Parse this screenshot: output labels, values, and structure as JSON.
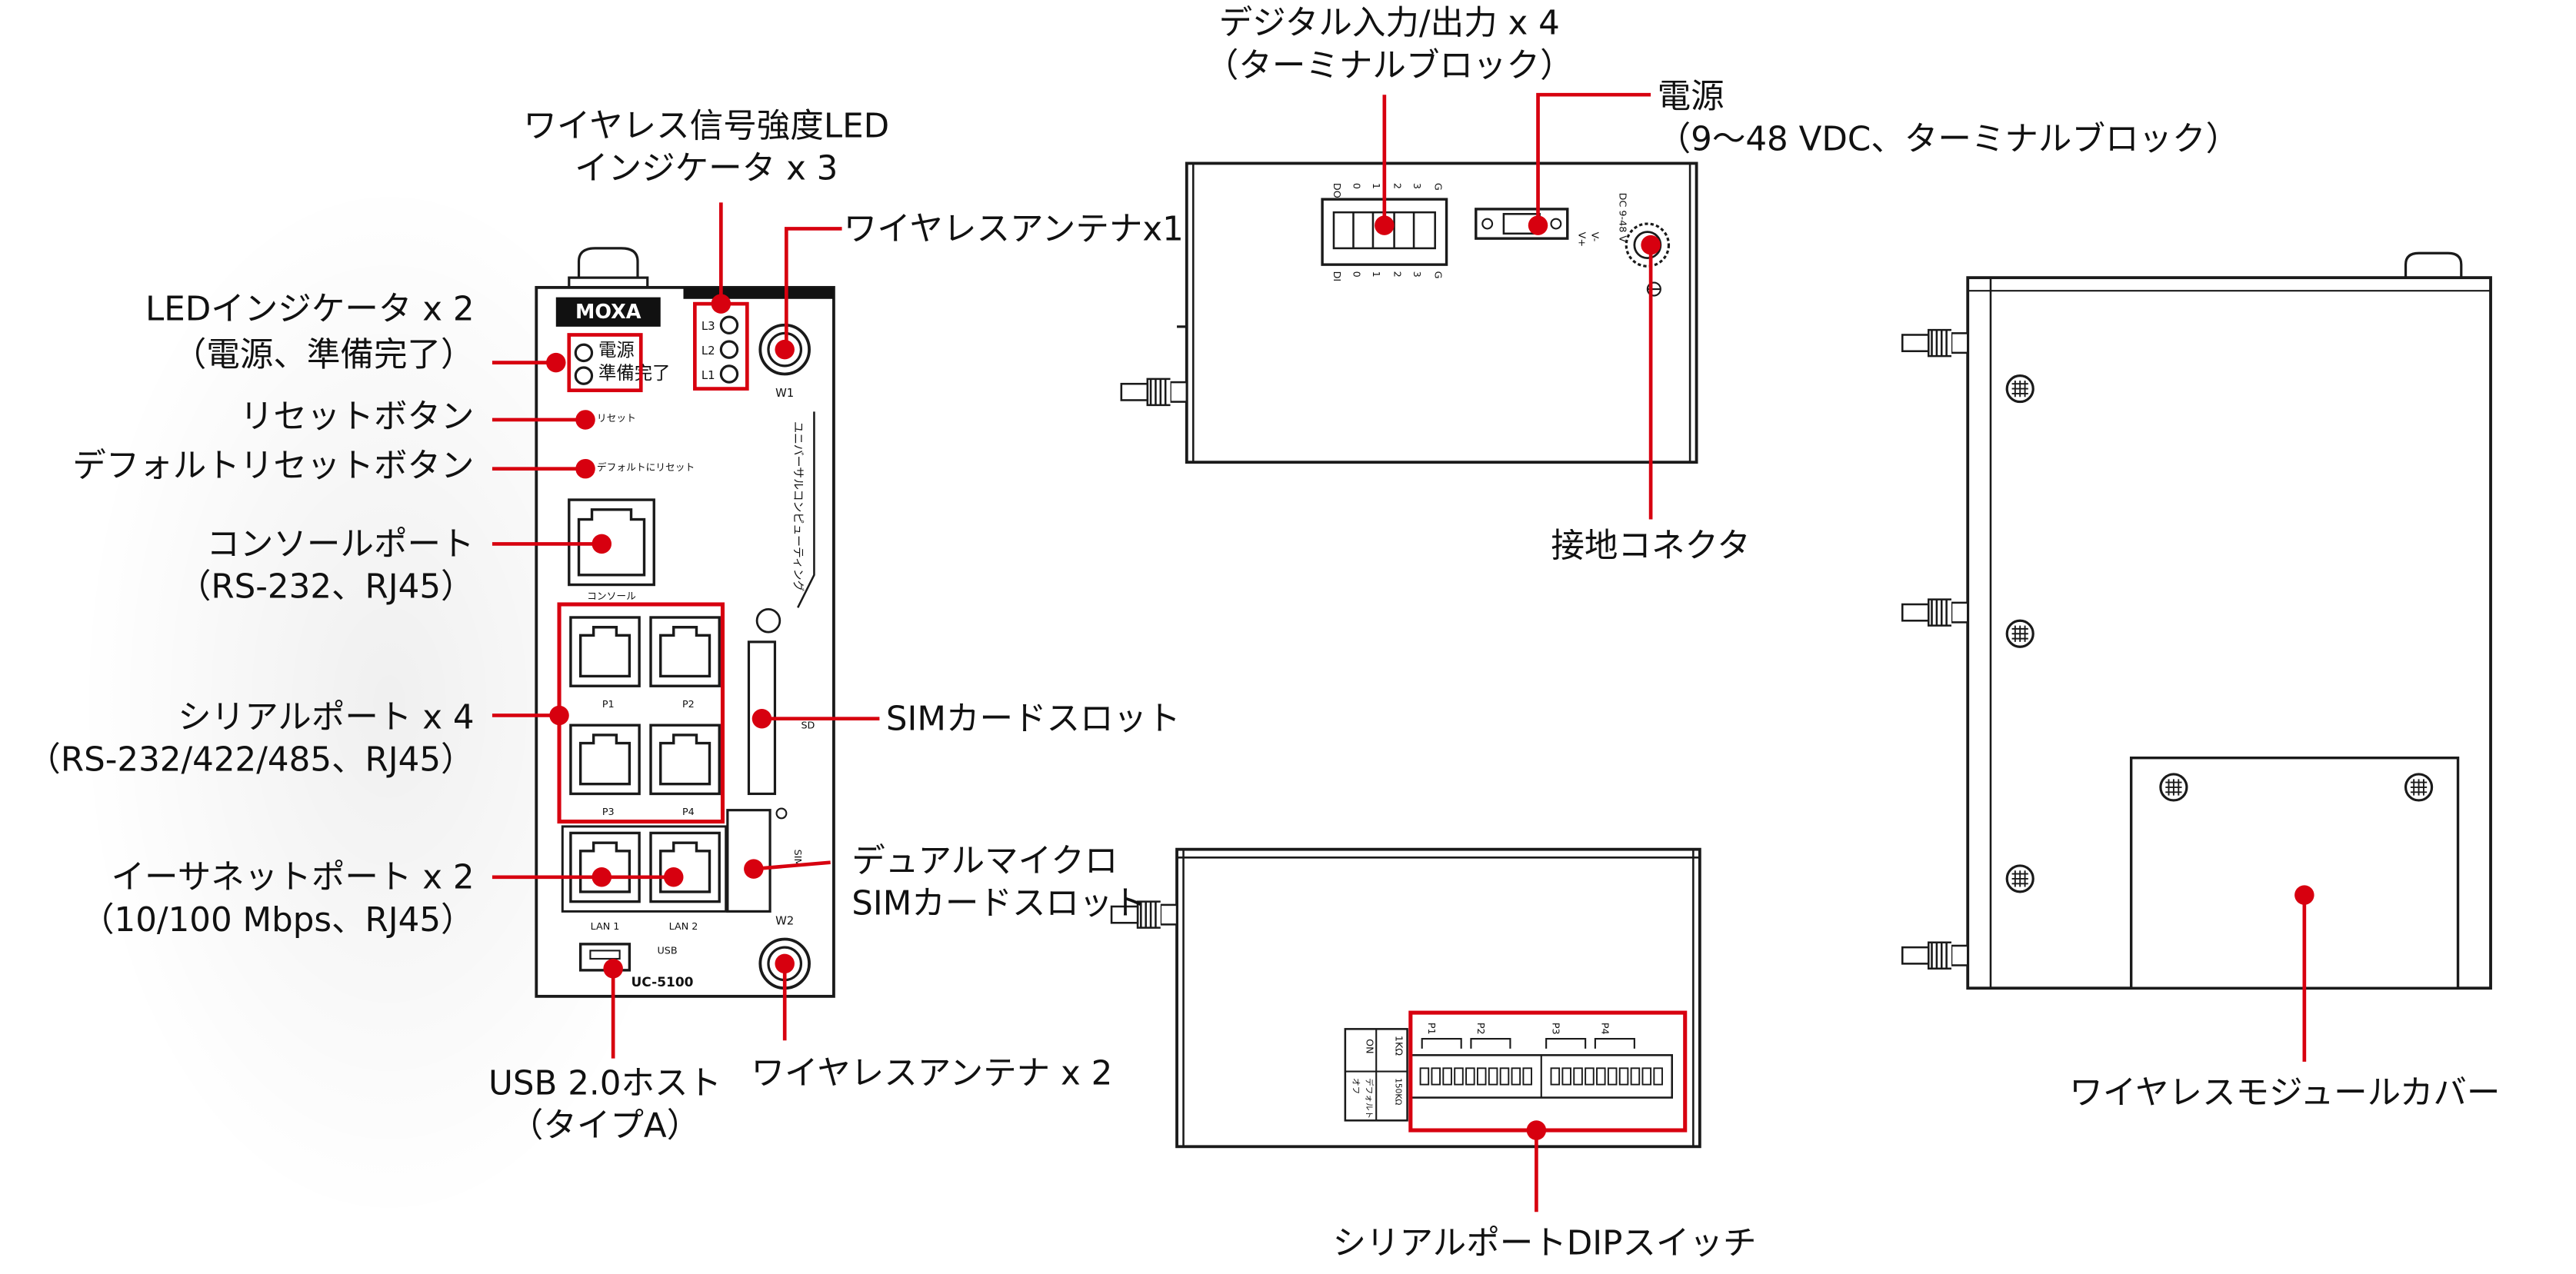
{
  "colors": {
    "accent": "#d7000f",
    "line": "#1a1a1a"
  },
  "labels": {
    "led_indicators": [
      "LEDインジケータ x 2",
      "（電源、準備完了）"
    ],
    "reset_button": "リセットボタン",
    "default_reset_button": "デフォルトリセットボタン",
    "console_port": [
      "コンソールポート",
      "（RS-232、RJ45）"
    ],
    "serial_ports": [
      "シリアルポート x 4",
      "（RS-232/422/485、RJ45）"
    ],
    "ethernet_ports": [
      "イーサネットポート x 2",
      "（10/100 Mbps、RJ45）"
    ],
    "usb_host": [
      "USB 2.0ホスト",
      "（タイプA）"
    ],
    "wireless_antenna_2": "ワイヤレスアンテナ x 2",
    "dual_micro_sim": [
      "デュアルマイクロ",
      "SIMカードスロット"
    ],
    "sim_slot": "SIMカードスロット",
    "wireless_antenna_1": "ワイヤレスアンテナx1",
    "signal_led": [
      "ワイヤレス信号強度LED",
      "インジケータ x 3"
    ],
    "digital_io": [
      "デジタル入力/出力 x 4",
      "（ターミナルブロック）"
    ],
    "power": [
      "電源",
      "（9～48 VDC、ターミナルブロック）"
    ],
    "ground": "接地コネクタ",
    "dip_switch": "シリアルポートDIPスイッチ",
    "module_cover": "ワイヤレスモジュールカバー"
  },
  "device": {
    "brand": "MOXA",
    "model": "UC-5100",
    "led_power": "電源",
    "led_ready": "準備完了",
    "reset": "リセット",
    "default_reset": "デフォルトにリセット",
    "console": "コンソール",
    "serial_ports": [
      "P1",
      "P2",
      "P3",
      "P4"
    ],
    "lan_ports": [
      "LAN 1",
      "LAN 2"
    ],
    "usb": "USB",
    "signal_leds": [
      "L3",
      "L2",
      "L1"
    ],
    "antenna_1": "W1",
    "antenna_2": "W2",
    "sd": "SD",
    "sim": "SIM",
    "side_text": "ユニバーサルコンピューティング",
    "dio_top": [
      "DO",
      "0",
      "1",
      "2",
      "3",
      "G"
    ],
    "dio_bottom": [
      "DI",
      "0",
      "1",
      "2",
      "3",
      "G"
    ],
    "power_pins": [
      "V+",
      "V-"
    ],
    "power_rating": "DC 9-48 V",
    "dip_ports": [
      "P1",
      "P2",
      "P3",
      "P4"
    ],
    "dip_on": "ON",
    "dip_1k": "1KΩ",
    "dip_off": "オフ",
    "dip_default": "デフォルト",
    "dip_150k": "150KΩ"
  }
}
